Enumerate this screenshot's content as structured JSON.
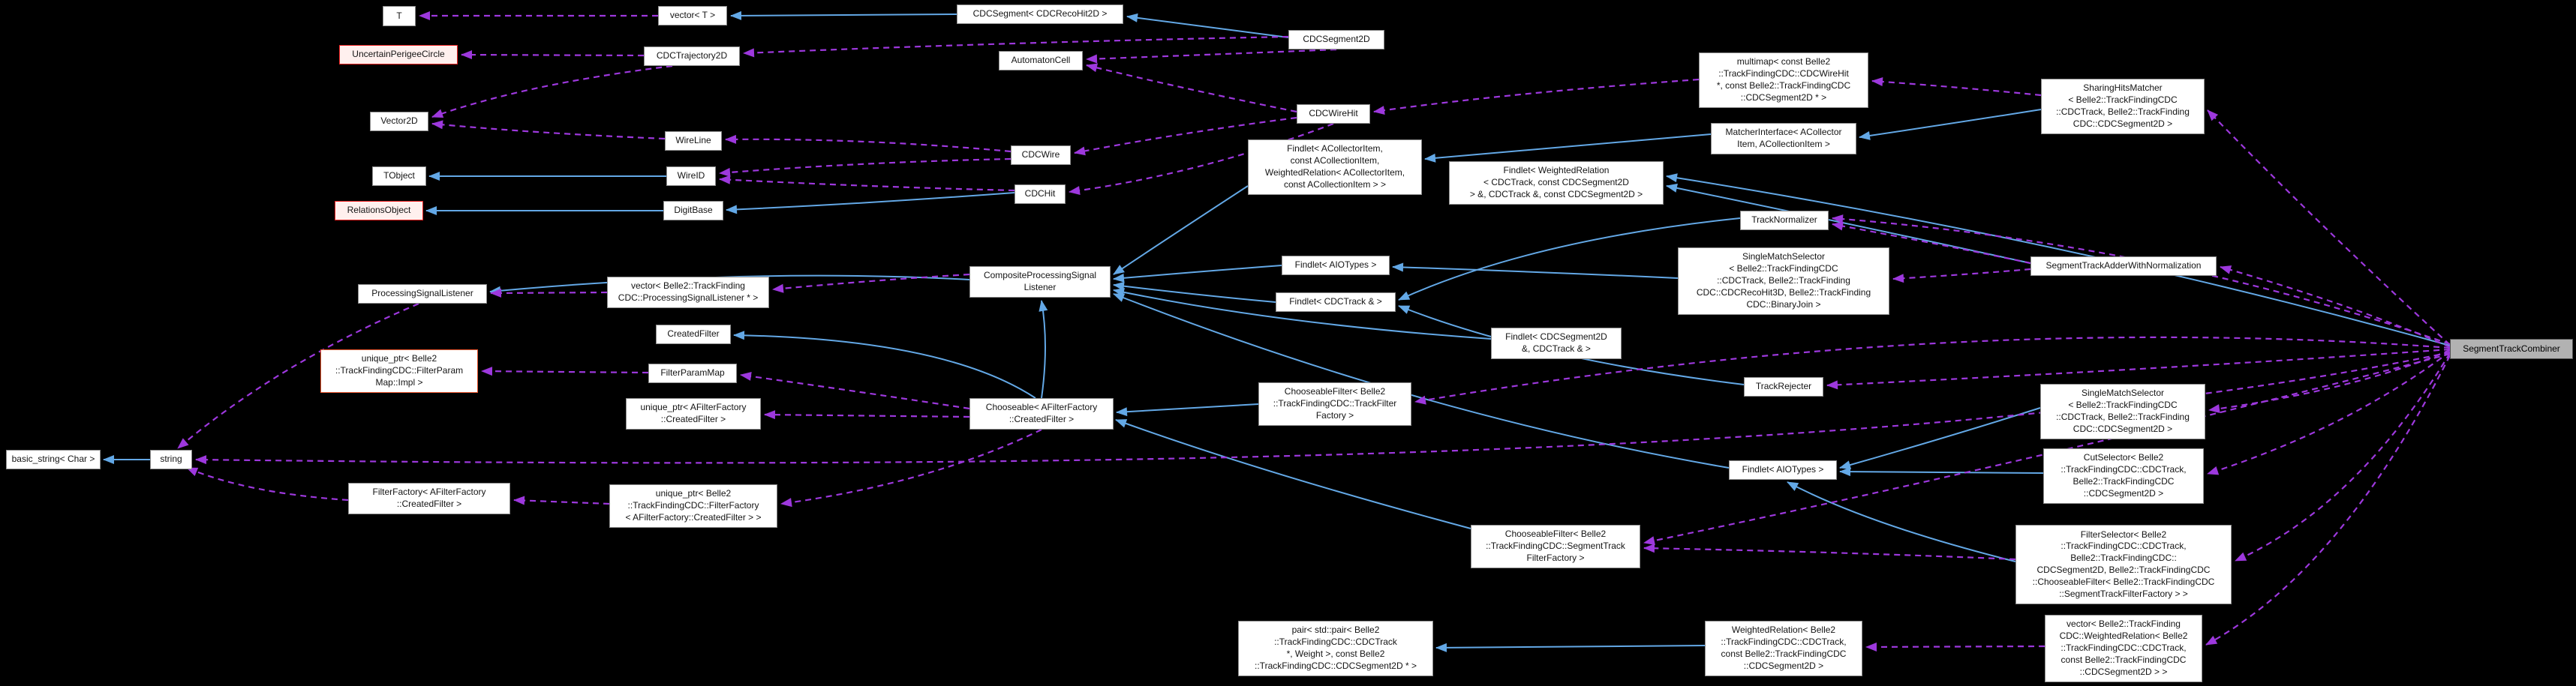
{
  "diagram": {
    "type": "doxygen-collaboration-graph",
    "main_class": "SegmentTrackCombiner",
    "colors": {
      "background": "#000000",
      "node_background": "#ffffff",
      "node_border": "#8c8c8c",
      "node_text": "#141414",
      "highlight_node_border": "#ee2222",
      "highlight_node_background": "#fff0ee",
      "truncated_node_border": "#e8532c",
      "main_node_background": "#b2b2b2",
      "main_node_border": "#4f4f4f",
      "inheritance_edge": "#63a8e6",
      "usage_edge": "#9d38dd"
    },
    "legend": {
      "inheritance_edge_style": "solid blue arrow",
      "usage_edge_style": "dashed purple arrow"
    },
    "nodes": {
      "t": {
        "label": "T"
      },
      "vector_t": {
        "label": "vector< T >"
      },
      "cdc_segment": {
        "label": "CDCSegment< CDCRecoHit2D >"
      },
      "uncertain_perigee_circle": {
        "label": "UncertainPerigeeCircle"
      },
      "cdc_trajectory2d": {
        "label": "CDCTrajectory2D"
      },
      "automaton_cell": {
        "label": "AutomatonCell"
      },
      "cdc_segment2d": {
        "label": "CDCSegment2D"
      },
      "vector2d": {
        "label": "Vector2D"
      },
      "wire_line": {
        "label": "WireLine"
      },
      "cdc_wire_hit": {
        "label": "CDCWireHit"
      },
      "tobject": {
        "label": "TObject"
      },
      "wire_id": {
        "label": "WireID"
      },
      "cdc_wire": {
        "label": "CDCWire"
      },
      "relations_object": {
        "label": "RelationsObject"
      },
      "digit_base": {
        "label": "DigitBase"
      },
      "cdc_hit": {
        "label": "CDCHit"
      },
      "findlet_collector": {
        "label": "Findlet< ACollectorItem,\n const ACollectionItem,\n WeightedRelation< ACollectorItem,\n const ACollectionItem > >"
      },
      "composite_listener": {
        "label": "CompositeProcessingSignal\nListener"
      },
      "findlet_aiotypes_1": {
        "label": "Findlet< AIOTypes >"
      },
      "findlet_cdctrack": {
        "label": "Findlet< CDCTrack & >"
      },
      "processing_signal_listener": {
        "label": "ProcessingSignalListener"
      },
      "vector_listeners": {
        "label": "vector< Belle2::TrackFinding\nCDC::ProcessingSignalListener * >"
      },
      "unique_ptr_impl": {
        "label": "unique_ptr< Belle2\n::TrackFindingCDC::FilterParam\nMap::Impl >"
      },
      "created_filter": {
        "label": "CreatedFilter"
      },
      "filter_param_map": {
        "label": "FilterParamMap"
      },
      "unique_ptr_created_filter": {
        "label": "unique_ptr< AFilterFactory\n::CreatedFilter >"
      },
      "chooseable": {
        "label": "Chooseable< AFilterFactory\n::CreatedFilter >"
      },
      "basic_string": {
        "label": "basic_string< Char >"
      },
      "string": {
        "label": "string"
      },
      "filter_factory": {
        "label": "FilterFactory< AFilterFactory\n::CreatedFilter >"
      },
      "unique_ptr_filter_factory": {
        "label": "unique_ptr< Belle2\n::TrackFindingCDC::FilterFactory\n< AFilterFactory::CreatedFilter > >"
      },
      "findlet_weighted_relation": {
        "label": "Findlet< WeightedRelation\n< CDCTrack, const CDCSegment2D\n > &, CDCTrack &, const CDCSegment2D >"
      },
      "multimap": {
        "label": "multimap< const Belle2\n::TrackFindingCDC::CDCWireHit\n *, const Belle2::TrackFindingCDC\n::CDCSegment2D * >"
      },
      "matcher_interface": {
        "label": "MatcherInterface< ACollector\nItem, ACollectionItem >"
      },
      "sharing_hits_matcher": {
        "label": "SharingHitsMatcher\n< Belle2::TrackFindingCDC\n::CDCTrack, Belle2::TrackFinding\nCDC::CDCSegment2D >"
      },
      "track_normalizer": {
        "label": "TrackNormalizer"
      },
      "segment_track_adder": {
        "label": "SegmentTrackAdderWithNormalization"
      },
      "single_match_selector_binary_join": {
        "label": "SingleMatchSelector\n< Belle2::TrackFindingCDC\n::CDCTrack, Belle2::TrackFinding\nCDC::CDCRecoHit3D, Belle2::TrackFinding\nCDC::BinaryJoin >"
      },
      "findlet_segment_track": {
        "label": "Findlet< CDCSegment2D\n &, CDCTrack & >"
      },
      "track_rejecter": {
        "label": "TrackRejecter"
      },
      "single_match_selector_segment": {
        "label": "SingleMatchSelector\n< Belle2::TrackFindingCDC\n::CDCTrack, Belle2::TrackFinding\nCDC::CDCSegment2D >"
      },
      "chooseable_filter_track": {
        "label": "ChooseableFilter< Belle2\n::TrackFindingCDC::TrackFilter\nFactory >"
      },
      "findlet_aiotypes_2": {
        "label": "Findlet< AIOTypes >"
      },
      "cut_selector": {
        "label": "CutSelector< Belle2\n::TrackFindingCDC::CDCTrack,\nBelle2::TrackFindingCDC\n::CDCSegment2D >"
      },
      "filter_selector": {
        "label": "FilterSelector< Belle2\n::TrackFindingCDC::CDCTrack,\n Belle2::TrackFindingCDC::\nCDCSegment2D, Belle2::TrackFindingCDC\n::ChooseableFilter< Belle2::TrackFindingCDC\n::SegmentTrackFilterFactory > >"
      },
      "chooseable_filter_segment": {
        "label": "ChooseableFilter< Belle2\n::TrackFindingCDC::SegmentTrack\nFilterFactory >"
      },
      "pair": {
        "label": "pair< std::pair< Belle2\n::TrackFindingCDC::CDCTrack\n *, Weight >, const Belle2\n::TrackFindingCDC::CDCSegment2D * >"
      },
      "weighted_relation": {
        "label": "WeightedRelation< Belle2\n::TrackFindingCDC::CDCTrack,\n const Belle2::TrackFindingCDC\n::CDCSegment2D >"
      },
      "vector_weighted_relations": {
        "label": "vector< Belle2::TrackFinding\nCDC::WeightedRelation< Belle2\n::TrackFindingCDC::CDCTrack,\n const Belle2::TrackFindingCDC\n::CDCSegment2D > >"
      },
      "segment_track_combiner": {
        "label": "SegmentTrackCombiner"
      }
    }
  }
}
